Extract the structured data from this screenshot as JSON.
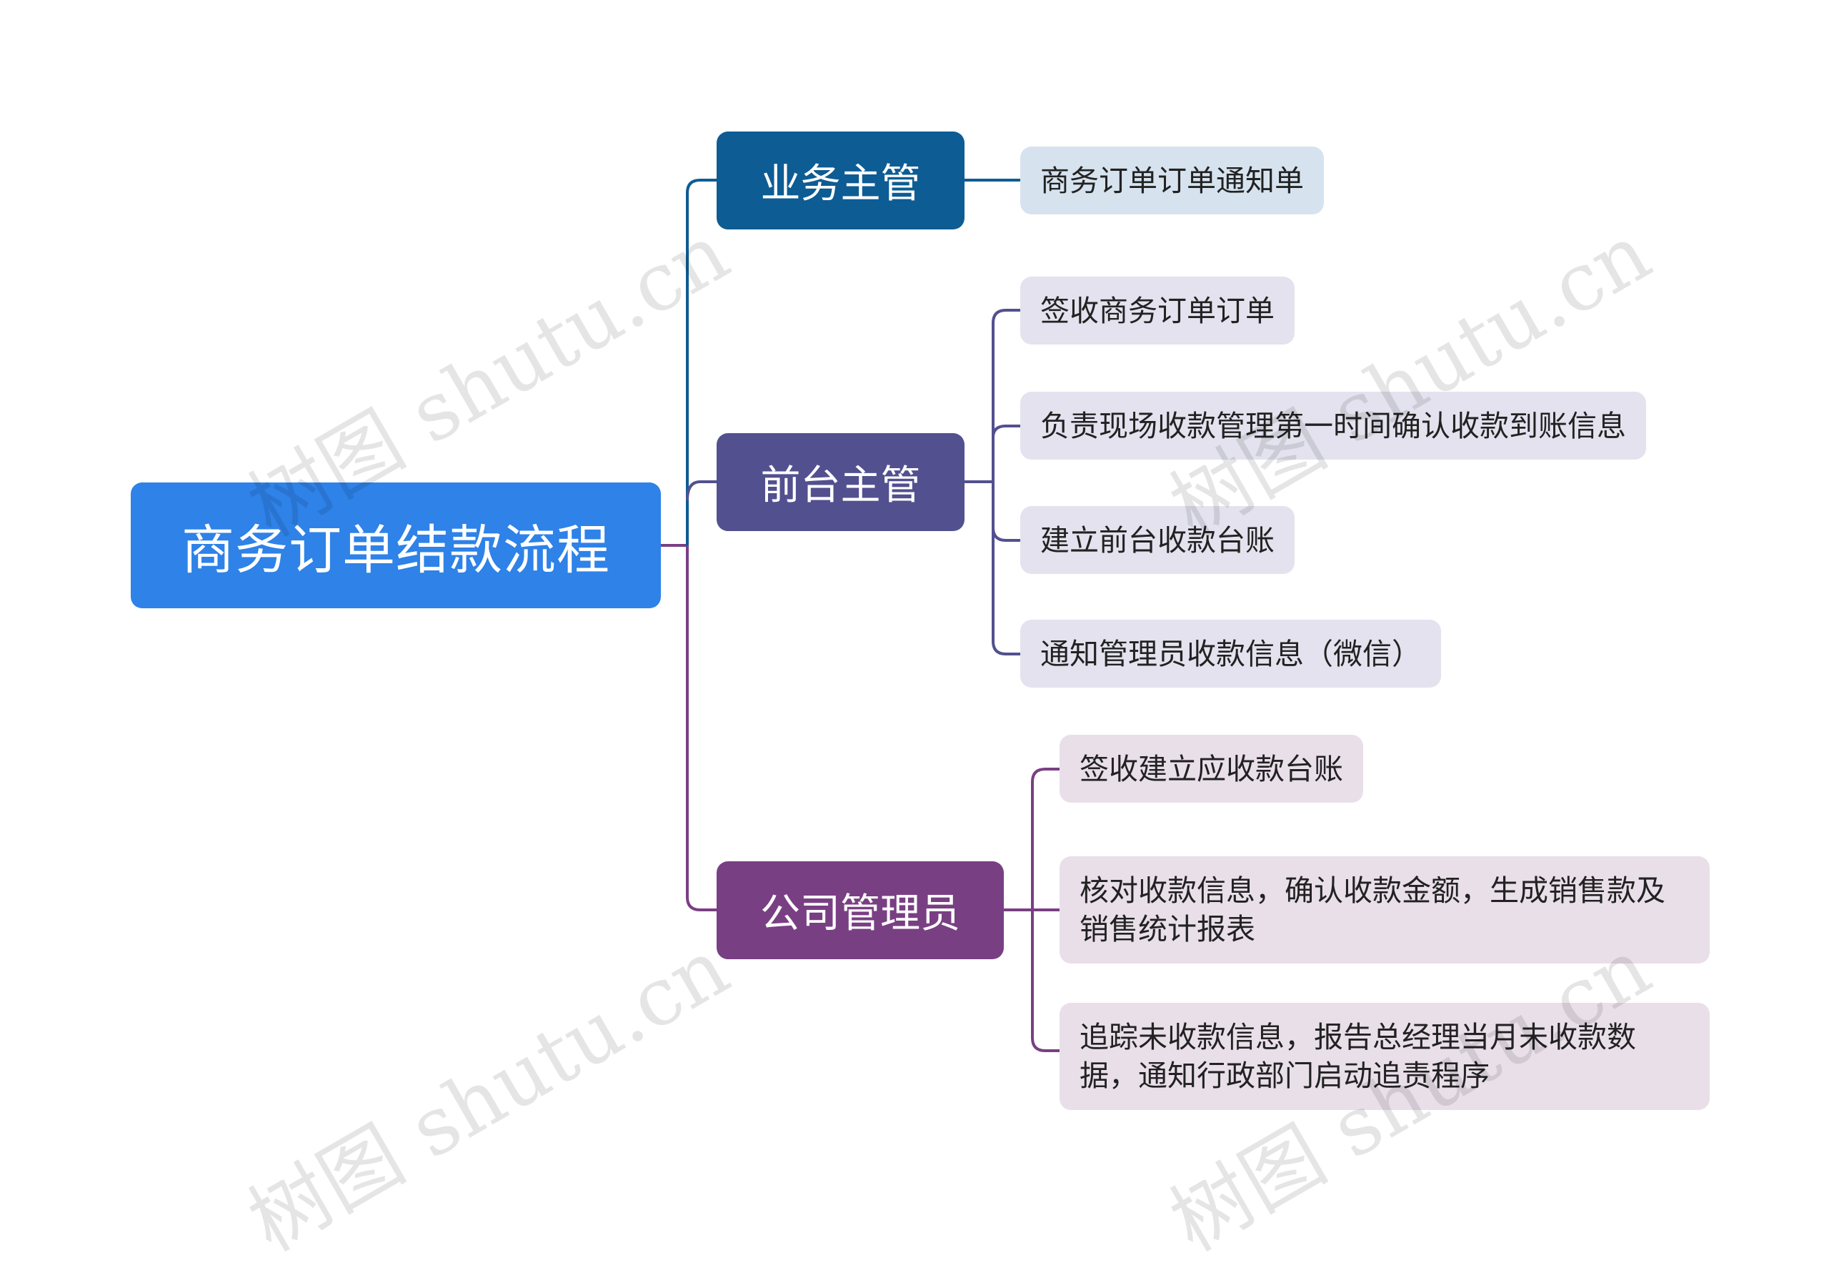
{
  "root": {
    "label": "商务订单结款流程",
    "color": "#2e82e8"
  },
  "branches": [
    {
      "label": "业务主管",
      "color": "#0d5c94",
      "leaf_color": "#d6e3ef",
      "leaves": [
        "商务订单订单通知单"
      ]
    },
    {
      "label": "前台主管",
      "color": "#52508f",
      "leaf_color": "#e3e2ee",
      "leaves": [
        "签收商务订单订单",
        "负责现场收款管理第一时间确认收款到账信息",
        "建立前台收款台账",
        "通知管理员收款信息（微信）"
      ]
    },
    {
      "label": "公司管理员",
      "color": "#793f83",
      "leaf_color": "#e9dfe9",
      "leaves": [
        "签收建立应收款台账",
        "核对收款信息，确认收款金额，生成销售款及销售统计报表",
        "追踪未收款信息，报告总经理当月未收款数据，通知行政部门启动追责程序"
      ]
    }
  ],
  "watermark": "树图 shutu.cn"
}
